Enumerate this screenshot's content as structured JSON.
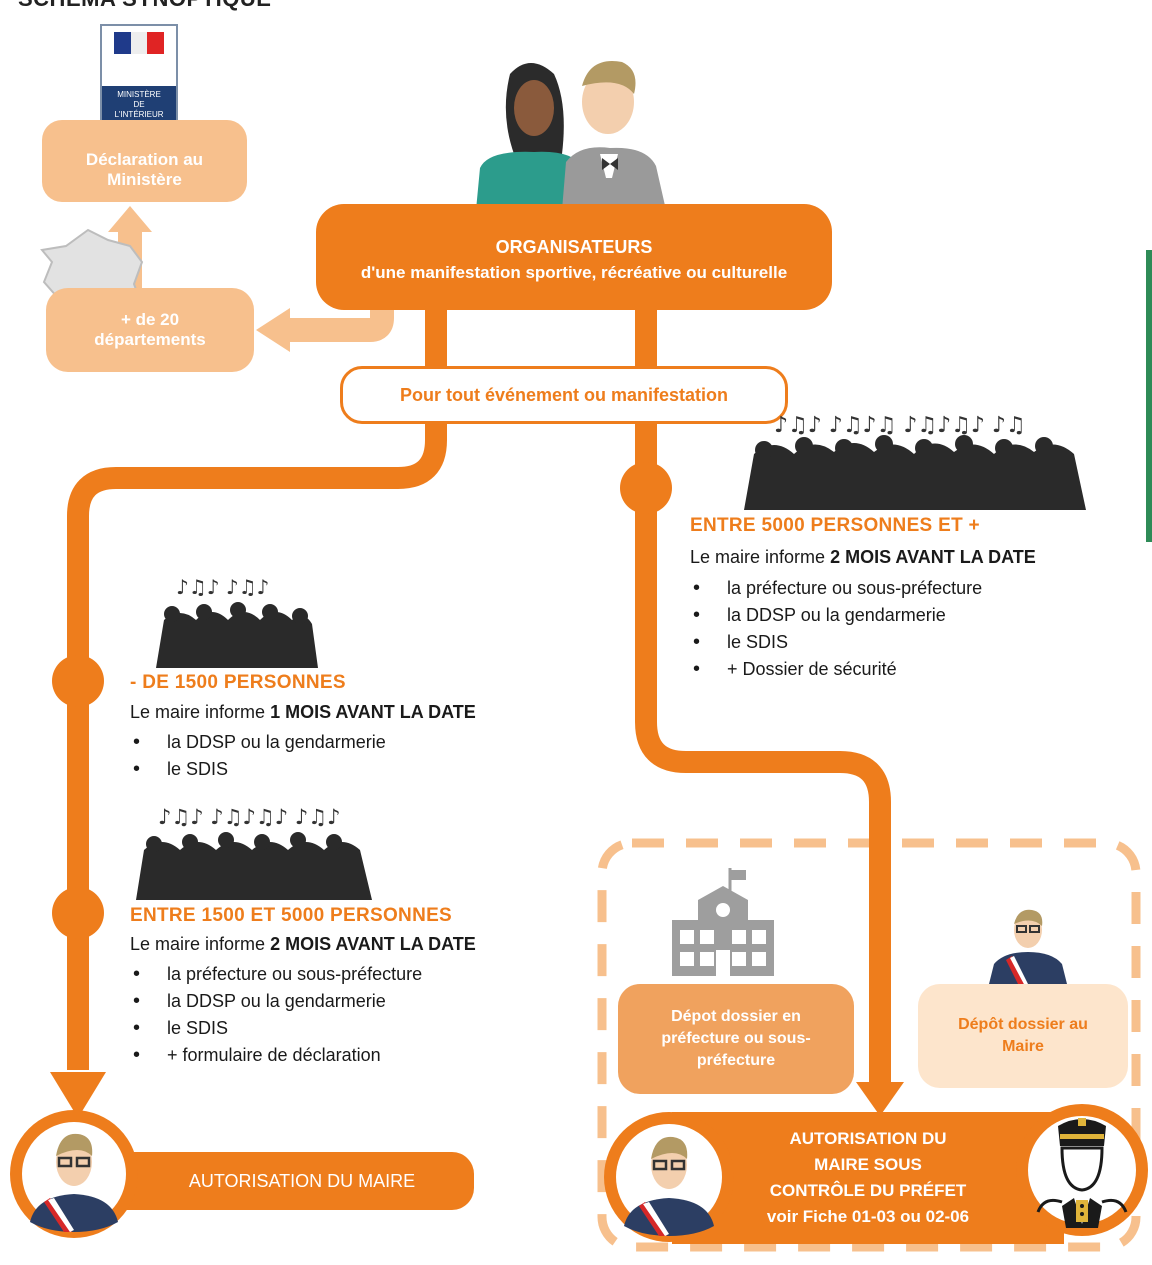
{
  "header": {
    "title": "SCHÉMA SYNOPTIQUE"
  },
  "ministry": {
    "logo_lines": [
      "MINISTÈRE",
      "DE",
      "L'INTÉRIEUR"
    ],
    "box": "Déclaration au Ministère"
  },
  "departments": {
    "box": "+ de 20 départements"
  },
  "organisers": {
    "title": "ORGANISATEURS",
    "subtitle": "d'une manifestation sportive, récréative ou culturelle"
  },
  "any_event": {
    "label": "Pour tout événement ou manifestation"
  },
  "small_event": {
    "heading": "- DE 1500 PERSONNES",
    "intro": "Le maire informe ",
    "intro_bold": "1 MOIS AVANT LA DATE",
    "items": [
      "la DDSP ou la gendarmerie",
      "le SDIS"
    ]
  },
  "medium_event": {
    "heading": "ENTRE 1500 ET 5000 PERSONNES",
    "intro": "Le maire informe ",
    "intro_bold": "2 MOIS AVANT LA DATE",
    "items": [
      "la préfecture ou sous-préfecture",
      "la DDSP ou la gendarmerie",
      "le SDIS",
      "+ formulaire de déclaration"
    ]
  },
  "large_event": {
    "heading": "ENTRE 5000 PERSONNES ET +",
    "intro": "Le maire informe ",
    "intro_bold": "2 MOIS AVANT LA DATE",
    "items": [
      "la préfecture ou sous-préfecture",
      "la DDSP ou la gendarmerie",
      "le SDIS",
      "+ Dossier de sécurité"
    ]
  },
  "deposit_prefecture": {
    "label": "Dépot dossier en préfecture ou sous-préfecture"
  },
  "deposit_mayor": {
    "label": "Dépôt dossier au Maire"
  },
  "mayor_auth": {
    "label": "AUTORISATION DU MAIRE"
  },
  "prefect_auth": {
    "line1": "AUTORISATION DU",
    "line2": "MAIRE  SOUS",
    "line3": "CONTRÔLE DU PRÉFET",
    "line4": "voir Fiche 01-03 ou 02-06"
  },
  "colors": {
    "orange": "#ee7d1c",
    "light_orange": "#f7c08d",
    "pale_orange": "#fde5cc"
  }
}
